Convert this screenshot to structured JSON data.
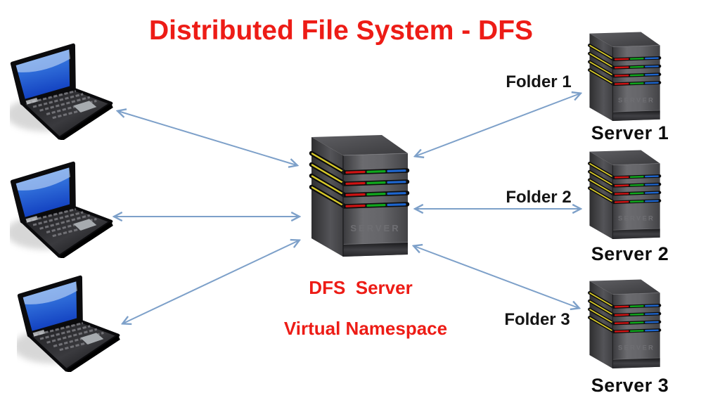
{
  "title": {
    "text": "Distributed File System - DFS"
  },
  "dfs_server": {
    "embossed_label": "SERVER",
    "caption": "DFS  Server",
    "subcaption": "Virtual Namespace"
  },
  "folders": [
    {
      "label": "Folder 1"
    },
    {
      "label": "Folder 2"
    },
    {
      "label": "Folder 3"
    }
  ],
  "file_servers": [
    {
      "label": "Server 1",
      "embossed_label": "SERVER"
    },
    {
      "label": "Server 2",
      "embossed_label": "SERVER"
    },
    {
      "label": "Server 3",
      "embossed_label": "SERVER"
    }
  ],
  "clients": {
    "count": 3,
    "icon": "laptop-icon"
  },
  "colors": {
    "title_red": "#ed1c16",
    "label_black": "#151515",
    "arrow_blue": "#7da0c9",
    "stripe_yellow": "#d9cb2a",
    "stripe_red": "#cf1212",
    "stripe_green": "#0fa81c",
    "stripe_blue": "#1e66cf"
  }
}
